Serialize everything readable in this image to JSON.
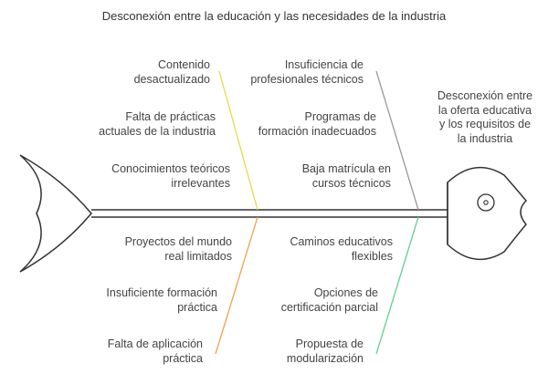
{
  "title": "Desconexión entre la educación y las necesidades de la industria",
  "effect": "Desconexión entre\nla oferta educativa\ny los requisitos de\nla industria",
  "branches": {
    "top_left": {
      "color": "#e8d84a",
      "causes": [
        "Contenido\ndesactualizado",
        "Falta de prácticas\nactuales de la industria",
        "Conocimientos teóricos\nirrelevantes"
      ]
    },
    "top_right": {
      "color": "#9a9a9a",
      "causes": [
        "Insuficiencia de\nprofesionales técnicos",
        "Programas de\nformación inadecuados",
        "Baja matrícula en\ncursos técnicos"
      ]
    },
    "bottom_left": {
      "color": "#f0a050",
      "causes": [
        "Proyectos del mundo\nreal limitados",
        "Insuficiente formación\npráctica",
        "Falta de aplicación\npráctica"
      ]
    },
    "bottom_right": {
      "color": "#5fcf90",
      "causes": [
        "Caminos educativos\nflexibles",
        "Opciones de\ncertificación parcial",
        "Propuesta de\nmodularización"
      ]
    }
  }
}
